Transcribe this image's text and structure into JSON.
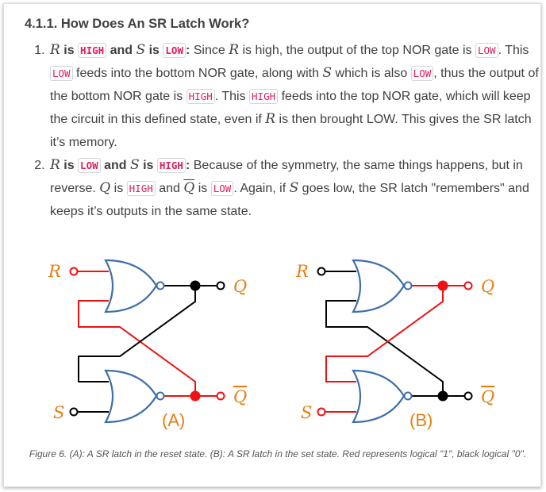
{
  "heading": "4.1.1. How Does An SR Latch Work?",
  "items": [
    [
      [
        "m",
        "R"
      ],
      [
        "b",
        " is "
      ],
      [
        "bc",
        "HIGH"
      ],
      [
        "b",
        " and "
      ],
      [
        "m",
        "S"
      ],
      [
        "b",
        " is "
      ],
      [
        "bc",
        "LOW"
      ],
      [
        "b",
        ":"
      ],
      [
        "t",
        " Since "
      ],
      [
        "m",
        "R"
      ],
      [
        "t",
        " is high, the output of the top NOR gate is "
      ],
      [
        "c",
        "LOW"
      ],
      [
        "t",
        ". This "
      ],
      [
        "c",
        "LOW"
      ],
      [
        "t",
        " feeds into the bottom NOR gate, along with "
      ],
      [
        "m",
        "S"
      ],
      [
        "t",
        " which is also "
      ],
      [
        "c",
        "LOW"
      ],
      [
        "t",
        ", thus the output of the bottom NOR gate is "
      ],
      [
        "c",
        "HIGH"
      ],
      [
        "t",
        ". This "
      ],
      [
        "c",
        "HIGH"
      ],
      [
        "t",
        " feeds into the top NOR gate, which will keep the circuit in this defined state, even if "
      ],
      [
        "m",
        "R"
      ],
      [
        "t",
        " is then brought LOW. This gives the SR latch it’s memory."
      ]
    ],
    [
      [
        "m",
        "R"
      ],
      [
        "b",
        " is "
      ],
      [
        "bc",
        "LOW"
      ],
      [
        "b",
        " and "
      ],
      [
        "m",
        "S"
      ],
      [
        "b",
        " is "
      ],
      [
        "bc",
        "HIGH"
      ],
      [
        "b",
        ":"
      ],
      [
        "t",
        " Because of the symmetry, the same things happens, but in reverse. "
      ],
      [
        "m",
        "Q"
      ],
      [
        "t",
        " is "
      ],
      [
        "c",
        "HIGH"
      ],
      [
        "t",
        " and "
      ],
      [
        "mo",
        "Q"
      ],
      [
        "t",
        " is "
      ],
      [
        "c",
        "LOW"
      ],
      [
        "t",
        ". Again, if "
      ],
      [
        "m",
        "S"
      ],
      [
        "t",
        " goes low, the SR latch \"remembers\" and keeps it’s outputs in the same state."
      ]
    ]
  ],
  "figure": {
    "labels": {
      "r": "R",
      "s": "S",
      "q": "Q",
      "qbar": "Q"
    },
    "panel_a": "(A)",
    "panel_b": "(B)",
    "colors": {
      "high": "#ee1111",
      "low": "#000000",
      "gate": "#3f6fa8",
      "label": "#e87f10"
    },
    "caption": "Figure 6. (A): A SR latch in the reset state. (B): A SR latch in the set state. Red represents logical \"1\", black logical \"0\"."
  }
}
